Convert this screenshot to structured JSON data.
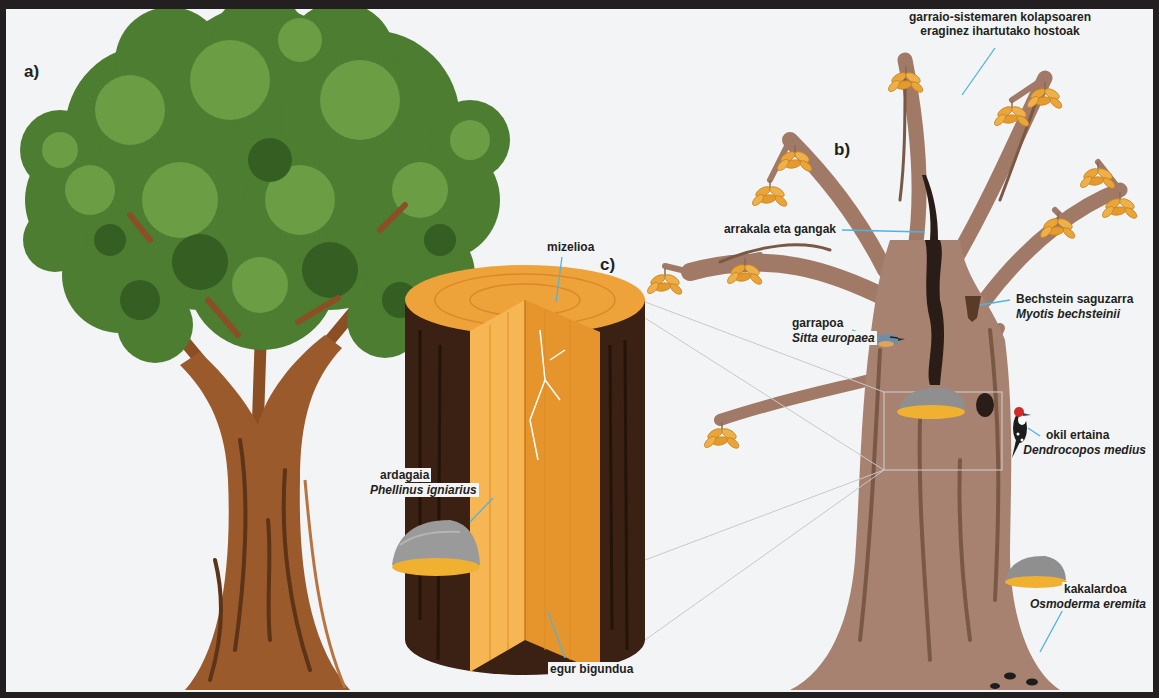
{
  "diagram": {
    "labels": [
      "a)",
      "garraio-sistemaren kolapsoaren eraginez ihartutako hostoak",
      "b)",
      "arrakala eta gangak",
      "Bechstein saguzarra",
      "Myotis bechsteinii",
      "garrapoa",
      "Sitta europaea",
      "okil ertaina",
      "Dendrocopos medius",
      "mizelioa",
      "c)",
      "ardagaia",
      "Phellinus igniarius",
      "egur bigundua",
      "kakalardoa",
      "Osmoderma eremita"
    ]
  }
}
